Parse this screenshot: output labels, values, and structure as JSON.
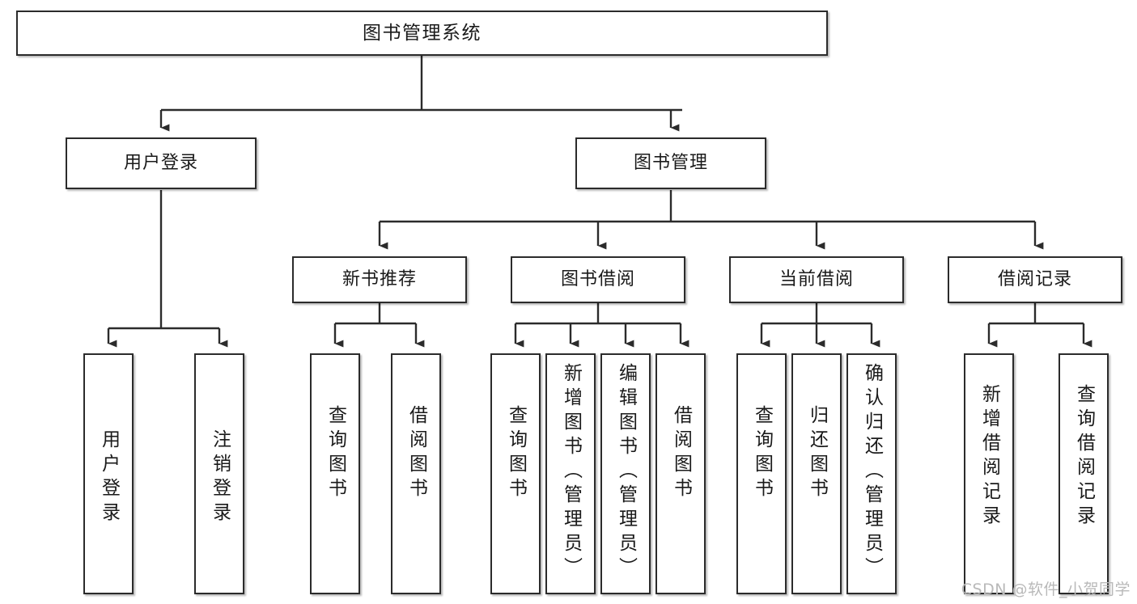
{
  "diagram": {
    "title": "图书管理系统",
    "type": "tree-hierarchy-chart",
    "watermark": "CSDN @软件_小贺同学",
    "colors": {
      "box_border": "#2b2b2b",
      "box_fill": "#ffffff",
      "edge": "#2b2b2b",
      "watermark": "#b9b9b9",
      "background": "#ffffff"
    },
    "nodes": {
      "root": {
        "label": "图书管理系统"
      },
      "level2": [
        {
          "label": "用户登录"
        },
        {
          "label": "图书管理"
        }
      ],
      "level3": [
        {
          "label": "新书推荐"
        },
        {
          "label": "图书借阅"
        },
        {
          "label": "当前借阅"
        },
        {
          "label": "借阅记录"
        }
      ],
      "leaves": {
        "user_login": [
          {
            "label": "用户登录"
          },
          {
            "label": "注销登录"
          }
        ],
        "new_book_recommend": [
          {
            "label": "查询图书"
          },
          {
            "label": "借阅图书"
          }
        ],
        "book_borrow": [
          {
            "label": "查询图书"
          },
          {
            "label": "新增图书（管理员）"
          },
          {
            "label": "编辑图书（管理员）"
          },
          {
            "label": "借阅图书"
          }
        ],
        "current_borrow": [
          {
            "label": "查询图书"
          },
          {
            "label": "归还图书"
          },
          {
            "label": "确认归还（管理员）"
          }
        ],
        "borrow_record": [
          {
            "label": "新增借阅记录"
          },
          {
            "label": "查询借阅记录"
          }
        ]
      }
    }
  }
}
